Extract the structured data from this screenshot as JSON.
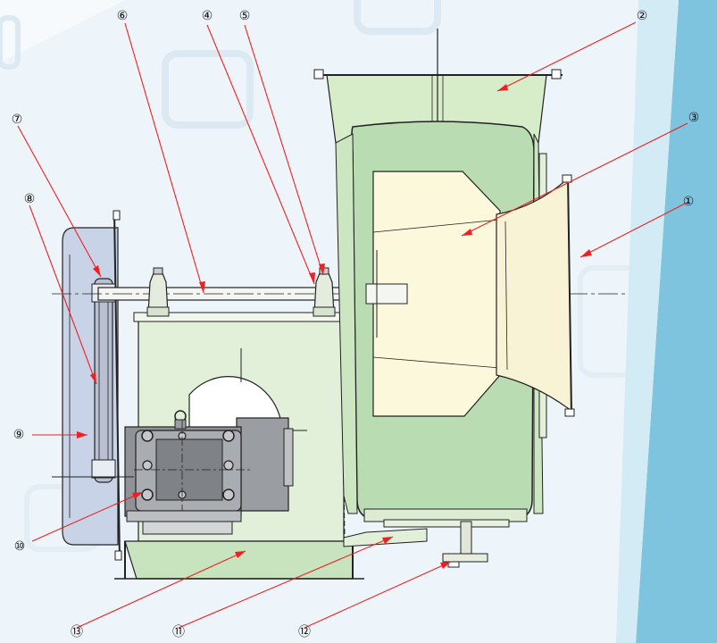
{
  "colors": {
    "background": "#eef5fa",
    "accent_blue": "#7fc4de",
    "housing_green": "#b9dcb3",
    "casing_green": "#e2f0d9",
    "impeller_cream": "#fbf8dc",
    "guard_blue": "#c9d3e8",
    "motor_gray": "#8f9296",
    "leader_red": "#ee2020",
    "outline": "#222222"
  },
  "callouts": [
    {
      "id": "1",
      "label": "①"
    },
    {
      "id": "2",
      "label": "②"
    },
    {
      "id": "3",
      "label": "③"
    },
    {
      "id": "4",
      "label": "④"
    },
    {
      "id": "5",
      "label": "⑤"
    },
    {
      "id": "6",
      "label": "⑥"
    },
    {
      "id": "7",
      "label": "⑦"
    },
    {
      "id": "8",
      "label": "⑧"
    },
    {
      "id": "9",
      "label": "⑨"
    },
    {
      "id": "10",
      "label": "⑩"
    },
    {
      "id": "11",
      "label": "⑪"
    },
    {
      "id": "12",
      "label": "⑫"
    },
    {
      "id": "13",
      "label": "⑬"
    }
  ]
}
